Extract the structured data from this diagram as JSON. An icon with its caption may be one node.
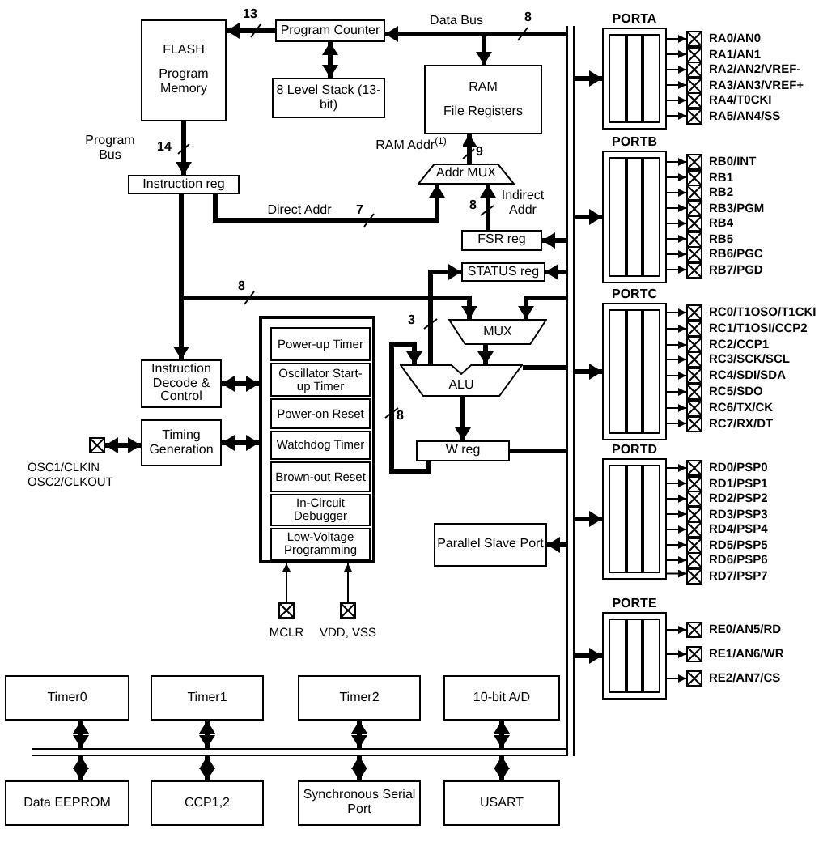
{
  "diagram": {
    "nodes": [
      {
        "text": [
          "FLASH",
          "Program Memory"
        ]
      },
      {
        "text": [
          "Program Counter"
        ]
      },
      {
        "text": [
          "8 Level Stack (13-bit)"
        ]
      },
      {
        "text": [
          "RAM",
          "File Registers"
        ]
      },
      {
        "text": [
          "Instruction reg"
        ]
      },
      {
        "text": [
          "Addr MUX"
        ]
      },
      {
        "text": [
          "FSR reg"
        ]
      },
      {
        "text": [
          "STATUS reg"
        ]
      },
      {
        "text": [
          "MUX"
        ]
      },
      {
        "text": [
          "ALU"
        ]
      },
      {
        "text": [
          "W reg"
        ]
      },
      {
        "text": [
          "Instruction Decode & Control"
        ]
      },
      {
        "text": [
          "Timing Generation"
        ]
      },
      {
        "text": [],
        "shape": "box"
      },
      {
        "text": [
          "Power-up Timer"
        ],
        "in": 13
      },
      {
        "text": [
          "Oscillator Start-up Timer"
        ],
        "in": 13
      },
      {
        "text": [
          "Power-on Reset"
        ],
        "in": 13
      },
      {
        "text": [
          "Watchdog Timer"
        ],
        "in": 13
      },
      {
        "text": [
          "Brown-out Reset"
        ],
        "in": 13
      },
      {
        "text": [
          "In-Circuit Debugger"
        ],
        "in": 13
      },
      {
        "text": [
          "Low-Voltage Programming"
        ],
        "in": 13
      },
      {
        "text": [
          "Parallel Slave Port"
        ]
      },
      {
        "text": [
          "Timer0"
        ]
      },
      {
        "text": [
          "Timer1"
        ]
      },
      {
        "text": [
          "Timer2"
        ]
      },
      {
        "text": [
          "10-bit A/D"
        ]
      },
      {
        "text": [
          "Data EEPROM"
        ]
      },
      {
        "text": [
          "CCP1,2"
        ]
      },
      {
        "text": [
          "Synchronous Serial Port"
        ]
      },
      {
        "text": [
          "USART"
        ]
      },
      {
        "text": [],
        "shape": "bar"
      },
      {
        "text": [],
        "shape": "bar"
      },
      {
        "text": [
          "PORTA"
        ]
      },
      {
        "text": [
          "PORTB"
        ]
      },
      {
        "text": [
          "PORTC"
        ]
      },
      {
        "text": [
          "PORTD"
        ]
      },
      {
        "text": [
          "PORTE"
        ]
      },
      {
        "text": [],
        "shape": "box",
        "beside": [
          "OSC1/CLKIN",
          "OSC2/CLKOUT"
        ]
      },
      {
        "text": [],
        "shape": "box",
        "beside": [
          "MCLR"
        ]
      },
      {
        "text": [],
        "shape": "box",
        "beside": [
          "VDD, VSS"
        ]
      },
      {
        "text": [],
        "shape": "box",
        "beside": [
          "RA0/AN0"
        ]
      },
      {
        "text": [],
        "shape": "box",
        "beside": [
          "RA1/AN1"
        ]
      },
      {
        "text": [],
        "shape": "box",
        "beside": [
          "RA2/AN2/VREF-"
        ]
      },
      {
        "text": [],
        "shape": "box",
        "beside": [
          "RA3/AN3/VREF+"
        ]
      },
      {
        "text": [],
        "shape": "box",
        "beside": [
          "RA4/T0CKI"
        ]
      },
      {
        "text": [],
        "shape": "box",
        "beside": [
          "RA5/AN4/SS"
        ]
      },
      {
        "text": [],
        "shape": "box",
        "beside": [
          "RB0/INT"
        ]
      },
      {
        "text": [],
        "shape": "box",
        "beside": [
          "RB1"
        ]
      },
      {
        "text": [],
        "shape": "box",
        "beside": [
          "RB2"
        ]
      },
      {
        "text": [],
        "shape": "box",
        "beside": [
          "RB3/PGM"
        ]
      },
      {
        "text": [],
        "shape": "box",
        "beside": [
          "RB4"
        ]
      },
      {
        "text": [],
        "shape": "box",
        "beside": [
          "RB5"
        ]
      },
      {
        "text": [],
        "shape": "box",
        "beside": [
          "RB6/PGC"
        ]
      },
      {
        "text": [],
        "shape": "box",
        "beside": [
          "RB7/PGD"
        ]
      },
      {
        "text": [],
        "shape": "box",
        "beside": [
          "RC0/T1OSO/T1CKI"
        ]
      },
      {
        "text": [],
        "shape": "box",
        "beside": [
          "RC1/T1OSI/CCP2"
        ]
      },
      {
        "text": [],
        "shape": "box",
        "beside": [
          "RC2/CCP1"
        ]
      },
      {
        "text": [],
        "shape": "box",
        "beside": [
          "RC3/SCK/SCL"
        ]
      },
      {
        "text": [],
        "shape": "box",
        "beside": [
          "RC4/SDI/SDA"
        ]
      },
      {
        "text": [],
        "shape": "box",
        "beside": [
          "RC5/SDO"
        ]
      },
      {
        "text": [],
        "shape": "box",
        "beside": [
          "RC6/TX/CK"
        ]
      },
      {
        "text": [],
        "shape": "box",
        "beside": [
          "RC7/RX/DT"
        ]
      },
      {
        "text": [],
        "shape": "box",
        "beside": [
          "RD0/PSP0"
        ]
      },
      {
        "text": [],
        "shape": "box",
        "beside": [
          "RD1/PSP1"
        ]
      },
      {
        "text": [],
        "shape": "box",
        "beside": [
          "RD2/PSP2"
        ]
      },
      {
        "text": [],
        "shape": "box",
        "beside": [
          "RD3/PSP3"
        ]
      },
      {
        "text": [],
        "shape": "box",
        "beside": [
          "RD4/PSP4"
        ]
      },
      {
        "text": [],
        "shape": "box",
        "beside": [
          "RD5/PSP5"
        ]
      },
      {
        "text": [],
        "shape": "box",
        "beside": [
          "RD6/PSP6"
        ]
      },
      {
        "text": [],
        "shape": "box",
        "beside": [
          "RD7/PSP7"
        ]
      },
      {
        "text": [],
        "shape": "box",
        "beside": [
          "RE0/AN5/RD"
        ]
      },
      {
        "text": [],
        "shape": "box",
        "beside": [
          "RE1/AN6/WR"
        ]
      },
      {
        "text": [],
        "shape": "box",
        "beside": [
          "RE2/AN7/CS"
        ]
      }
    ],
    "edges": [
      {
        "from": 1,
        "to": 0,
        "arrow": "to"
      },
      {
        "from": 1,
        "to": 2,
        "arrow": "both"
      },
      {
        "from": 30,
        "to": 1,
        "arrow": "to",
        "label": "Data Bus"
      },
      {
        "from": 30,
        "to": 3,
        "arrow": "to"
      },
      {
        "from": 0,
        "to": 4,
        "arrow": "to",
        "label": "Program Bus"
      },
      {
        "from": 4,
        "to": 5,
        "arrow": "to",
        "label": "Direct Addr"
      },
      {
        "from": 5,
        "to": 3,
        "arrow": "to",
        "label": "RAM Addr$^{(1)}$"
      },
      {
        "from": 6,
        "to": 5,
        "arrow": "to",
        "label": "Indirect Addr"
      },
      {
        "from": 30,
        "to": 6,
        "arrow": "to"
      },
      {
        "from": 30,
        "to": 7,
        "arrow": "to"
      },
      {
        "from": 9,
        "to": 7,
        "arrow": "to"
      },
      {
        "from": 4,
        "to": 11,
        "arrow": "to"
      },
      {
        "from": 4,
        "to": 8,
        "arrow": "to"
      },
      {
        "from": 30,
        "to": 8,
        "arrow": "to"
      },
      {
        "from": 8,
        "to": 9,
        "arrow": "to"
      },
      {
        "from": 9,
        "to": 10,
        "arrow": "to"
      },
      {
        "from": 10,
        "to": 9,
        "arrow": "to"
      },
      {
        "from": 9,
        "to": 30,
        "arrow": "none"
      },
      {
        "from": 10,
        "to": 30,
        "arrow": "none"
      },
      {
        "from": 11,
        "to": 13,
        "arrow": "both"
      },
      {
        "from": 12,
        "to": 13,
        "arrow": "both"
      },
      {
        "from": 37,
        "to": 12,
        "arrow": "both"
      },
      {
        "from": 38,
        "to": 13,
        "arrow": "to"
      },
      {
        "from": 39,
        "to": 13,
        "arrow": "to"
      },
      {
        "from": 30,
        "to": 21,
        "arrow": "to"
      },
      {
        "from": 30,
        "to": 32,
        "arrow": "to"
      },
      {
        "from": 30,
        "to": 33,
        "arrow": "to"
      },
      {
        "from": 30,
        "to": 34,
        "arrow": "to"
      },
      {
        "from": 30,
        "to": 35,
        "arrow": "to"
      },
      {
        "from": 30,
        "to": 36,
        "arrow": "to"
      },
      {
        "from": 22,
        "to": 31,
        "arrow": "both"
      },
      {
        "from": 23,
        "to": 31,
        "arrow": "both"
      },
      {
        "from": 24,
        "to": 31,
        "arrow": "both"
      },
      {
        "from": 25,
        "to": 31,
        "arrow": "both"
      },
      {
        "from": 31,
        "to": 26,
        "arrow": "both"
      },
      {
        "from": 31,
        "to": 27,
        "arrow": "both"
      },
      {
        "from": 31,
        "to": 28,
        "arrow": "both"
      },
      {
        "from": 31,
        "to": 29,
        "arrow": "both"
      },
      {
        "from": 32,
        "to": 40,
        "arrow": "to"
      },
      {
        "from": 32,
        "to": 41,
        "arrow": "to"
      },
      {
        "from": 32,
        "to": 42,
        "arrow": "to"
      },
      {
        "from": 32,
        "to": 43,
        "arrow": "to"
      },
      {
        "from": 32,
        "to": 44,
        "arrow": "to"
      },
      {
        "from": 32,
        "to": 45,
        "arrow": "to"
      },
      {
        "from": 33,
        "to": 46,
        "arrow": "to"
      },
      {
        "from": 33,
        "to": 47,
        "arrow": "to"
      },
      {
        "from": 33,
        "to": 48,
        "arrow": "to"
      },
      {
        "from": 33,
        "to": 49,
        "arrow": "to"
      },
      {
        "from": 33,
        "to": 50,
        "arrow": "to"
      },
      {
        "from": 33,
        "to": 51,
        "arrow": "to"
      },
      {
        "from": 33,
        "to": 52,
        "arrow": "to"
      },
      {
        "from": 33,
        "to": 53,
        "arrow": "to"
      },
      {
        "from": 34,
        "to": 54,
        "arrow": "to"
      },
      {
        "from": 34,
        "to": 55,
        "arrow": "to"
      },
      {
        "from": 34,
        "to": 56,
        "arrow": "to"
      },
      {
        "from": 34,
        "to": 57,
        "arrow": "to"
      },
      {
        "from": 34,
        "to": 58,
        "arrow": "to"
      },
      {
        "from": 34,
        "to": 59,
        "arrow": "to"
      },
      {
        "from": 34,
        "to": 60,
        "arrow": "to"
      },
      {
        "from": 34,
        "to": 61,
        "arrow": "to"
      },
      {
        "from": 35,
        "to": 62,
        "arrow": "to"
      },
      {
        "from": 35,
        "to": 63,
        "arrow": "to"
      },
      {
        "from": 35,
        "to": 64,
        "arrow": "to"
      },
      {
        "from": 35,
        "to": 65,
        "arrow": "to"
      },
      {
        "from": 35,
        "to": 66,
        "arrow": "to"
      },
      {
        "from": 35,
        "to": 67,
        "arrow": "to"
      },
      {
        "from": 35,
        "to": 68,
        "arrow": "to"
      },
      {
        "from": 35,
        "to": 69,
        "arrow": "to"
      },
      {
        "from": 36,
        "to": 70,
        "arrow": "to"
      },
      {
        "from": 36,
        "to": 71,
        "arrow": "to"
      },
      {
        "from": 36,
        "to": 72,
        "arrow": "to"
      }
    ],
    "labels": [
      "13",
      "8",
      "14",
      "9",
      "7",
      "8",
      "8",
      "3",
      "8"
    ]
  }
}
